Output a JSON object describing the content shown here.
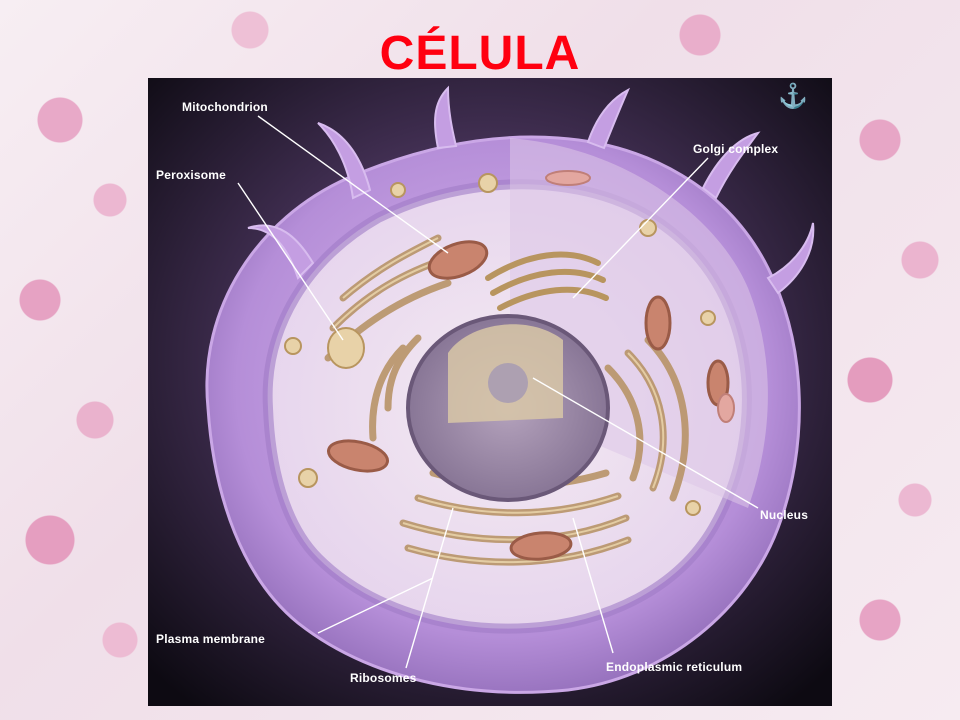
{
  "slide": {
    "title": "CÉLULA"
  },
  "diagram": {
    "labels": {
      "mitochondrion": "Mitochondrion",
      "peroxisome": "Peroxisome",
      "golgi": "Golgi complex",
      "nucleus": "Nucleus",
      "plasma_membrane": "Plasma membrane",
      "ribosomes": "Ribosomes",
      "er": "Endoplasmic reticulum"
    },
    "anchor_icon": "anchor-icon"
  }
}
